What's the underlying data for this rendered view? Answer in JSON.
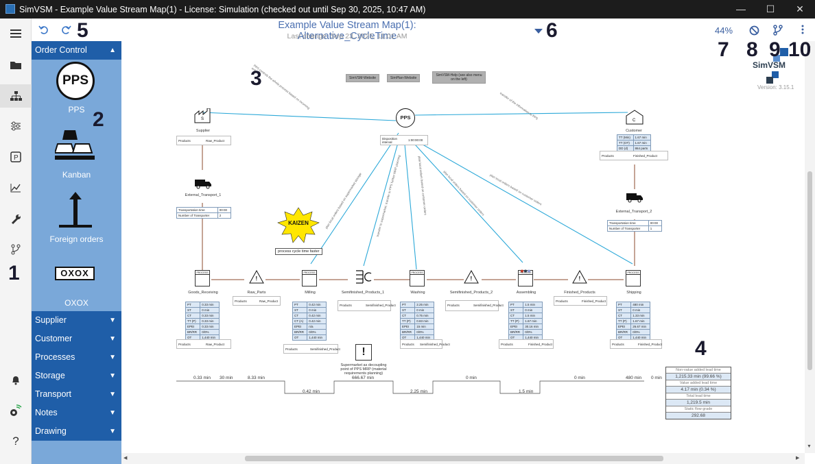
{
  "window": {
    "title": "SimVSM - Example Value Stream Map(1) - License: Simulation (checked out until Sep 30, 2025, 10:47 AM)",
    "minimize": "—",
    "maximize": "☐",
    "close": "✕"
  },
  "header": {
    "map_title": "Example Value Stream Map(1): Alternative_CycleTime",
    "last_change": "Last change: Sep 23, 2025, 11:01 AM",
    "zoom": "44%",
    "logo": "SimVSM",
    "version": "Version: 3.15.1"
  },
  "annotations": [
    "1",
    "2",
    "3",
    "4",
    "5",
    "6",
    "7",
    "8",
    "9",
    "10"
  ],
  "palette": {
    "open_section": "Order Control",
    "items": [
      "PPS",
      "Kanban",
      "Foreign orders",
      "OXOX"
    ],
    "pps_symbol": "PPS",
    "oxox_symbol": "OXOX",
    "sections": [
      "Supplier",
      "Customer",
      "Processes",
      "Storage",
      "Transport",
      "Notes",
      "Drawing"
    ]
  },
  "canvas": {
    "links": [
      "SimVSM-Website",
      "SimPlan-Website",
      "SimVSM-Help (see also menu on the left)"
    ],
    "supplier": {
      "name": "Supplier",
      "products_label": "Products",
      "product": "Raw_Product"
    },
    "pps": {
      "name": "PPS",
      "disp_label": "Disposition interval",
      "disp_value": "1:00:00:00"
    },
    "customer": {
      "name": "Customer",
      "rows": [
        [
          "TT (Min)",
          "1.67 min"
        ],
        [
          "TT (OT)",
          "1.67 min"
        ],
        [
          "DD (d)",
          "864 parts"
        ]
      ],
      "products_label": "Products",
      "product": "Finished_Product"
    },
    "transport1": {
      "name": "External_Transport_1",
      "rows": [
        [
          "Transportation time",
          "00:00"
        ],
        [
          "Number of Transporter",
          "2"
        ]
      ]
    },
    "transport2": {
      "name": "External_Transport_2",
      "rows": [
        [
          "Transportation time",
          "00:00"
        ],
        [
          "Number of Transporter",
          "1"
        ]
      ]
    },
    "kaizen": "KAIZEN",
    "note": "process cycle time faster",
    "flow_labels": [
      "PPS controls the whole process based on incoming orders",
      "transfer of the information to PPS",
      "plan local orders based on supermarket storage",
      "transfer to supermarket, transfer to PPS further MRP planning",
      "plan local orders based on customer orders",
      "plan local orders based on customer orders",
      "plan local orders based on customer orders"
    ],
    "processes": [
      {
        "name": "Goods_Receiving",
        "rows": [
          [
            "PT",
            "0.33 min"
          ],
          [
            "ST",
            "0 min"
          ],
          [
            "CT",
            "0.33 min"
          ],
          [
            "TT (P)",
            "0.33 min"
          ],
          [
            "EPEI",
            "0.33 min"
          ],
          [
            "BR/RR",
            "0/0%"
          ],
          [
            "OT",
            "1,440 min"
          ]
        ],
        "product": "Raw_Product"
      },
      {
        "name": "Milling",
        "rows": [
          [
            "PT",
            "0.42 min"
          ],
          [
            "ST",
            "0 min"
          ],
          [
            "CT",
            "0.42 min"
          ],
          [
            "CT (A)",
            "0.42 min"
          ],
          [
            "EPEI",
            "n/a"
          ],
          [
            "BR/RR",
            "0/0%"
          ],
          [
            "OT",
            "1,440 min"
          ]
        ],
        "product": "Semifinished_Product"
      },
      {
        "name": "Washing",
        "rows": [
          [
            "PT",
            "2.25 min"
          ],
          [
            "ST",
            "0 min"
          ],
          [
            "CT",
            "0.75 min"
          ],
          [
            "TT (P)",
            "0.83 min"
          ],
          [
            "EPEI",
            "15 min"
          ],
          [
            "BR/RR",
            "0/0%"
          ],
          [
            "OT",
            "1,440 min"
          ]
        ],
        "product": "Semifinished_Product"
      },
      {
        "name": "Assembling",
        "rows": [
          [
            "PT",
            "1.5 min"
          ],
          [
            "ST",
            "0 min"
          ],
          [
            "CT",
            "1.5 min"
          ],
          [
            "TT (P)",
            "1.67 min"
          ],
          [
            "EPEI",
            "30.16 min"
          ],
          [
            "BR/RR",
            "0/0%"
          ],
          [
            "OT",
            "1,440 min"
          ]
        ],
        "product": "Finished_Product"
      },
      {
        "name": "Shipping",
        "rows": [
          [
            "PT",
            "480 min"
          ],
          [
            "ST",
            "0 min"
          ],
          [
            "CT",
            "1.33 min"
          ],
          [
            "TT (P)",
            "1.67 min"
          ],
          [
            "EPEI",
            "26.67 min"
          ],
          [
            "BR/RR",
            "0/0%"
          ],
          [
            "OT",
            "1,440 min"
          ]
        ],
        "product": "Finished_Product"
      }
    ],
    "stores": [
      {
        "name": "Raw_Parts",
        "product": "Raw_Product"
      },
      {
        "name": "Semifinished_Products_1",
        "product": "Semifinished_Product"
      },
      {
        "name": "Semifinished_Products_2",
        "product": "Semifinished_Product"
      },
      {
        "name": "Finished_Products",
        "product": "Finished_Product"
      }
    ],
    "process_tag": "PROCESS",
    "products_label": "Products",
    "supermarket_note": "Supermarket as decoupling point of PPS MRP (material requirements planning)",
    "timeline_top": [
      "0.33 min",
      "30 min",
      "8.33 min",
      "666.67 min",
      "0 min",
      "0 min",
      "480 min",
      "0 min"
    ],
    "timeline_bottom": [
      "0.42 min",
      "2.25 min",
      "1.5 min"
    ],
    "lead_time": {
      "nva_label": "Non-value added lead time",
      "nva": "1,215.33 min (99.66 %)",
      "va_label": "Value added lead time",
      "va": "4.17 min (0.34 %)",
      "total_label": "Total lead time",
      "total": "1,219.5 min",
      "static_label": "Static flow grade",
      "static": "292.68"
    }
  }
}
